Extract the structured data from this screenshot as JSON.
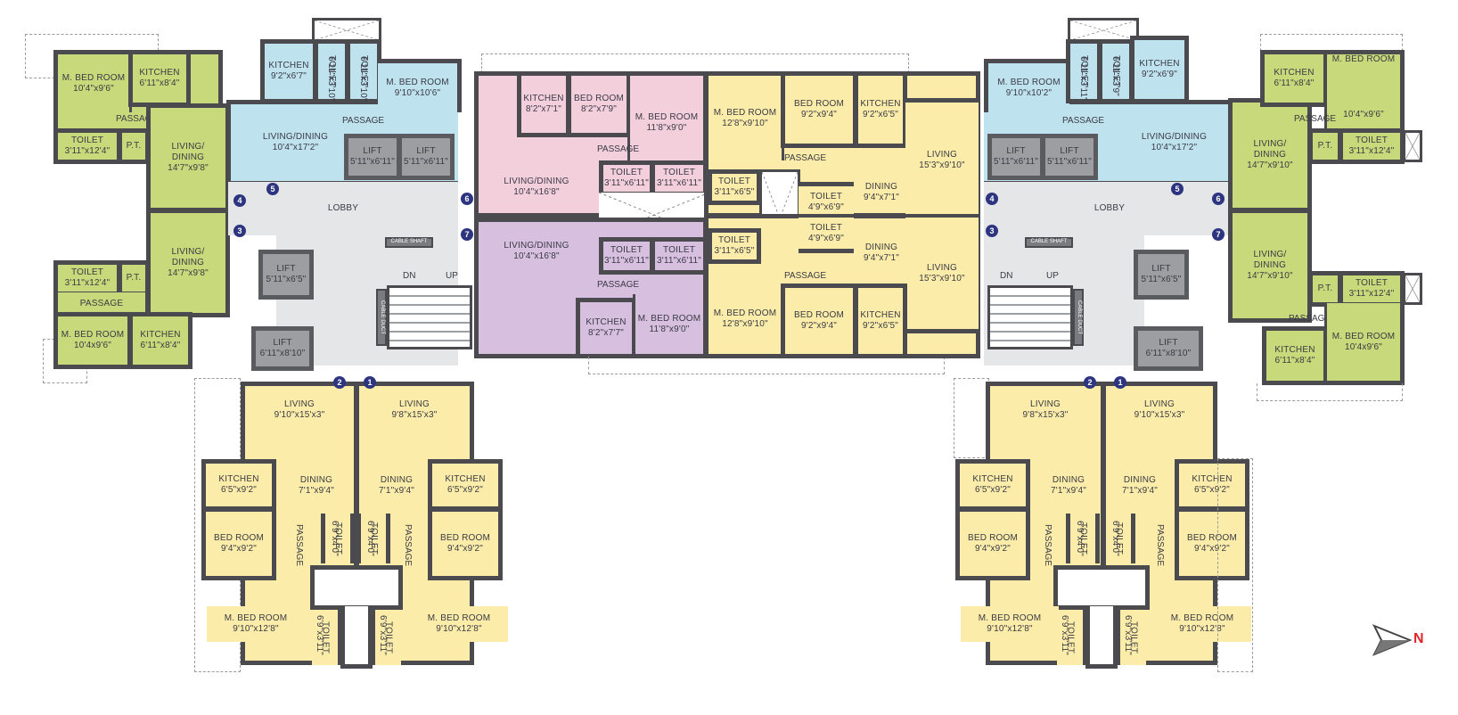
{
  "plan": {
    "compass_label": "N",
    "lobby_label": "LOBBY",
    "cable_shaft": "CABLE SHAFT",
    "cable_duct": "CABLE DUCT",
    "stair_dn": "DN",
    "stair_up": "UP"
  },
  "flat_numbers": [
    "1",
    "2",
    "3",
    "4",
    "5",
    "6",
    "7"
  ],
  "left_wing": {
    "green_top": {
      "mbed": "M. BED ROOM",
      "mbed_dim": "10'4\"x9'6\"",
      "kitchen": "KITCHEN",
      "kitchen_dim": "6'11\"x8'4\"",
      "passage": "PASSAGE",
      "toilet": "TOILET",
      "toilet_dim": "3'11\"x12'4\"",
      "pt": "P.T.",
      "living": "LIVING/ DINING",
      "living_dim": "14'7\"x9'8\""
    },
    "green_bottom": {
      "mbed": "M. BED ROOM",
      "mbed_dim": "10'4x9'6\"",
      "kitchen": "KITCHEN",
      "kitchen_dim": "6'11\"x8'4\"",
      "passage": "PASSAGE",
      "toilet": "TOILET",
      "toilet_dim": "3'11\"x12'4\"",
      "pt": "P.T.",
      "living": "LIVING/ DINING",
      "living_dim": "14'7\"x9'8\""
    },
    "blue": {
      "kitchen": "KITCHEN",
      "kitchen_dim": "9'2\"x6'7\"",
      "toilet1": "TOILET",
      "toilet1_dim": "6'11\"x3'10\"",
      "toilet2": "TOILET",
      "toilet2_dim": "6'11\"x3'10\"",
      "mbed": "M. BED ROOM",
      "mbed_dim": "9'10\"x10'6\"",
      "passage": "PASSAGE",
      "living": "LIVING/DINING",
      "living_dim": "10'4\"x17'2\""
    },
    "lifts": [
      {
        "label": "LIFT",
        "dim": "5'11\"x6'11\""
      },
      {
        "label": "LIFT",
        "dim": "5'11\"x6'11\""
      },
      {
        "label": "LIFT",
        "dim": "5'11\"x6'5\""
      },
      {
        "label": "LIFT",
        "dim": "6'11\"x8'10\""
      }
    ],
    "yellow_left": {
      "living": "LIVING",
      "living_dim": "9'10\"x15'x3\"",
      "kitchen": "KITCHEN",
      "kitchen_dim": "6'5\"x9'2\"",
      "dining": "DINING",
      "dining_dim": "7'1\"x9'4\"",
      "bed": "BED ROOM",
      "bed_dim": "9'4\"x9'2\"",
      "passage": "PASSAGE",
      "toilet1": "TOILET",
      "toilet1_dim": "6'9\"x4'0\"",
      "mbed": "M. BED ROOM",
      "mbed_dim": "9'10\"x12'8\"",
      "toilet2": "TOILET",
      "toilet2_dim": "6'9\"x3'11\""
    },
    "yellow_right": {
      "living": "LIVING",
      "living_dim": "9'8\"x15'x3\"",
      "kitchen": "KITCHEN",
      "kitchen_dim": "6'5\"x9'2\"",
      "dining": "DINING",
      "dining_dim": "7'1\"x9'4\"",
      "bed": "BED ROOM",
      "bed_dim": "9'4\"x9'2\"",
      "passage": "PASSAGE",
      "toilet1": "TOILET",
      "toilet1_dim": "6'9\"x4'0\"",
      "mbed": "M. BED ROOM",
      "mbed_dim": "9'10\"x12'8\"",
      "toilet2": "TOILET",
      "toilet2_dim": "6'9\"x3'11\""
    }
  },
  "center": {
    "pink": {
      "kitchen": "KITCHEN",
      "kitchen_dim": "8'2\"x7'1\"",
      "bed": "BED ROOM",
      "bed_dim": "8'2\"x7'9\"",
      "mbed": "M. BED ROOM",
      "mbed_dim": "11'8\"x9'0\"",
      "passage": "PASSAGE",
      "living": "LIVING/DINING",
      "living_dim": "10'4\"x16'8\"",
      "toilet1": "TOILET",
      "toilet1_dim": "3'11\"x6'11\"",
      "toilet2": "TOILET",
      "toilet2_dim": "3'11\"x6'11\""
    },
    "violet": {
      "living": "LIVING/DINING",
      "living_dim": "10'4\"x16'8\"",
      "toilet1": "TOILET",
      "toilet1_dim": "3'11\"x6'11\"",
      "toilet2": "TOILET",
      "toilet2_dim": "3'11\"x6'11\"",
      "passage": "PASSAGE",
      "kitchen": "KITCHEN",
      "kitchen_dim": "8'2\"x7'7\"",
      "mbed": "M. BED ROOM",
      "mbed_dim": "11'8\"x9'0\""
    },
    "yellow_top": {
      "mbed": "M. BED ROOM",
      "mbed_dim": "12'8\"x9'10\"",
      "bed": "BED ROOM",
      "bed_dim": "9'2\"x9'4\"",
      "kitchen": "KITCHEN",
      "kitchen_dim": "9'2\"x6'5\"",
      "passage": "PASSAGE",
      "toilet1": "TOILET",
      "toilet1_dim": "3'11\"x6'5\"",
      "toilet2": "TOILET",
      "toilet2_dim": "4'9\"x6'9\"",
      "dining": "DINING",
      "dining_dim": "9'4\"x7'1\"",
      "living": "LIVING",
      "living_dim": "15'3\"x9'10\""
    },
    "yellow_bottom": {
      "mbed": "M. BED ROOM",
      "mbed_dim": "12'8\"x9'10\"",
      "bed": "BED ROOM",
      "bed_dim": "9'2\"x9'4\"",
      "kitchen": "KITCHEN",
      "kitchen_dim": "9'2\"x6'5\"",
      "passage": "PASSAGE",
      "toilet1": "TOILET",
      "toilet1_dim": "3'11\"x6'5\"",
      "toilet2": "TOILET",
      "toilet2_dim": "4'9\"x6'9\"",
      "dining": "DINING",
      "dining_dim": "9'4\"x7'1\"",
      "living": "LIVING",
      "living_dim": "15'3\"x9'10\""
    }
  },
  "right_wing": {
    "blue": {
      "mbed": "M. BED ROOM",
      "mbed_dim": "9'10\"x10'2\"",
      "toilet1": "TOILET",
      "toilet1_dim": "6'11\"x3'11\"",
      "toilet2": "TOILET",
      "toilet2_dim": "6'11\"x3'9\"",
      "kitchen": "KITCHEN",
      "kitchen_dim": "9'2\"x6'9\"",
      "passage": "PASSAGE",
      "living": "LIVING/DINING",
      "living_dim": "10'4\"x17'2\""
    },
    "green_top": {
      "kitchen": "KITCHEN",
      "kitchen_dim": "6'11\"x8'4\"",
      "mbed": "M. BED ROOM",
      "mbed_dim": "10'4\"x9'6\"",
      "passage": "PASSAGE",
      "pt": "P.T.",
      "toilet": "TOILET",
      "toilet_dim": "3'11\"x12'4\"",
      "living": "LIVING/ DINING",
      "living_dim": "14'7\"x9'10\""
    },
    "green_bottom": {
      "kitchen": "KITCHEN",
      "kitchen_dim": "6'11\"x8'4\"",
      "mbed": "M. BED ROOM",
      "mbed_dim": "10'4x9'6\"",
      "passage": "PASSAGE",
      "pt": "P.T.",
      "toilet": "TOILET",
      "toilet_dim": "3'11\"x12'4\"",
      "living": "LIVING/ DINING",
      "living_dim": "14'7\"x9'10\""
    },
    "lifts": [
      {
        "label": "LIFT",
        "dim": "5'11\"x6'11\""
      },
      {
        "label": "LIFT",
        "dim": "5'11\"x6'11\""
      },
      {
        "label": "LIFT",
        "dim": "5'11\"x6'5\""
      },
      {
        "label": "LIFT",
        "dim": "6'11\"x8'10\""
      }
    ],
    "yellow_left": {
      "living": "LIVING",
      "living_dim": "9'8\"x15'x3\"",
      "kitchen": "KITCHEN",
      "kitchen_dim": "6'5\"x9'2\"",
      "dining": "DINING",
      "dining_dim": "7'1\"x9'4\"",
      "bed": "BED ROOM",
      "bed_dim": "9'4\"x9'2\"",
      "passage": "PASSAGE",
      "toilet1": "TOILET",
      "toilet1_dim": "6'9\"x4'0\"",
      "mbed": "M. BED ROOM",
      "mbed_dim": "9'10\"x12'8\"",
      "toilet2": "TOILET",
      "toilet2_dim": "6'9\"x3'11\""
    },
    "yellow_right": {
      "living": "LIVING",
      "living_dim": "9'10\"x15'x3\"",
      "kitchen": "KITCHEN",
      "kitchen_dim": "6'5\"x9'2\"",
      "dining": "DINING",
      "dining_dim": "7'1\"x9'4\"",
      "bed": "BED ROOM",
      "bed_dim": "9'4\"x9'2\"",
      "passage": "PASSAGE",
      "toilet1": "TOILET",
      "toilet1_dim": "6'9\"x4'0\"",
      "mbed": "M. BED ROOM",
      "mbed_dim": "9'10\"x12'8\"",
      "toilet2": "TOILET",
      "toilet2_dim": "6'9\"x3'11\""
    }
  },
  "colors": {
    "green_unit": "#c7d97a",
    "blue_unit": "#bfe2ef",
    "pink_unit": "#f3cfdc",
    "violet_unit": "#d7bfe0",
    "yellow_unit": "#fbeda9",
    "lobby": "#e4e6e8",
    "lift": "#9c9ea2",
    "wall": "#4a4a4f",
    "flat_number": "#2e3580",
    "compass_n": "#e0242a"
  }
}
